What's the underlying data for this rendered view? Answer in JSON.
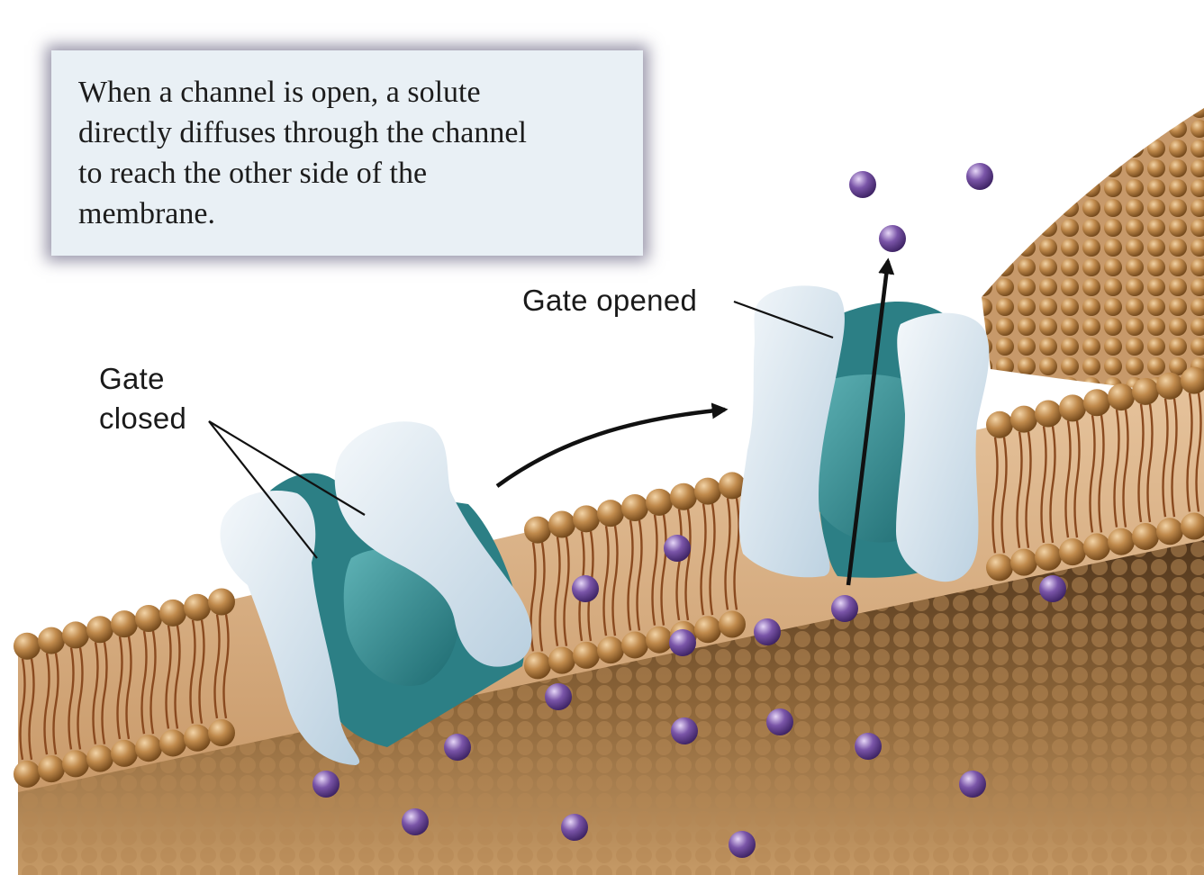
{
  "callout": {
    "lines": [
      "When a channel is open, a solute",
      "directly diffuses through the channel",
      "to reach the other side of the",
      "membrane."
    ]
  },
  "labels": {
    "gate_closed_line1": "Gate",
    "gate_closed_line2": "closed",
    "gate_opened": "Gate opened"
  },
  "colors": {
    "membrane_head": "#b07a3e",
    "membrane_band": "#d9b48f",
    "channel_protein": "#d8e6f0",
    "channel_pore": "#2f8a90",
    "solute": "#6a4a94",
    "callout_bg": "#e9f0f5"
  }
}
